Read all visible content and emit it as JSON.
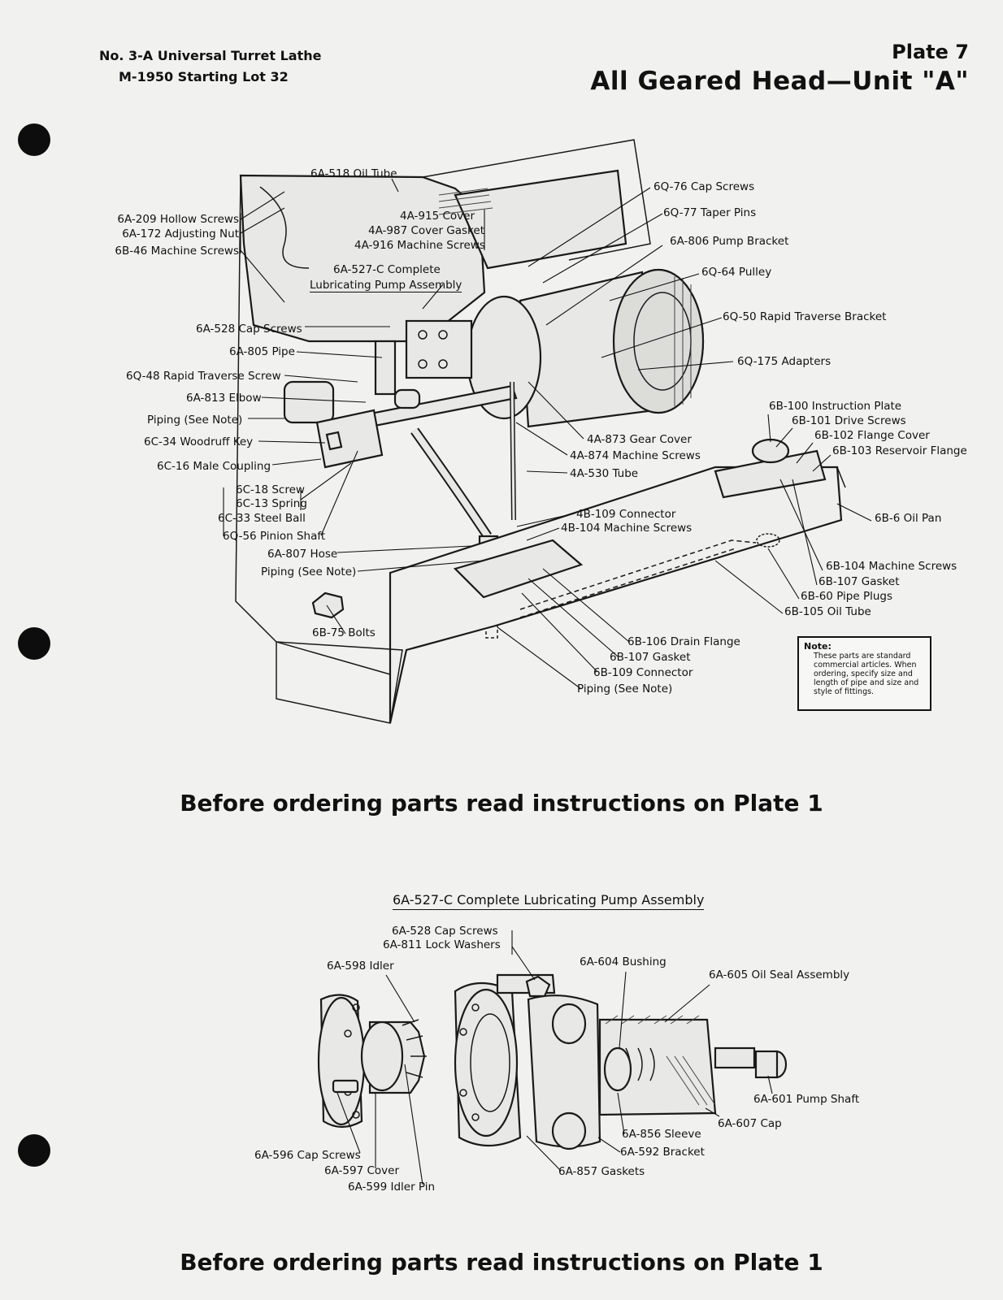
{
  "header": {
    "machine": "No. 3-A Universal Turret Lathe",
    "lot": "M-1950 Starting Lot 32",
    "plate_number": "Plate 7",
    "plate_title": "All Geared Head—Unit \"A\""
  },
  "main_diagram": {
    "labels": {
      "oil_tube_518": "6A-518 Oil Tube",
      "hollow_screws": "6A-209 Hollow Screws",
      "adjusting_nut": "6A-172 Adjusting Nut",
      "machine_screws_6b46": "6B-46 Machine Screws",
      "cover_915": "4A-915 Cover",
      "cover_gasket_987": "4A-987 Cover Gasket",
      "machine_screws_916": "4A-916 Machine Screws",
      "pump_assembly_1": "6A-527-C Complete",
      "pump_assembly_2": "Lubricating Pump Assembly",
      "cap_screws_528": "6A-528 Cap Screws",
      "pipe_805": "6A-805 Pipe",
      "rapid_traverse_screw": "6Q-48 Rapid Traverse Screw",
      "elbow_813": "6A-813 Elbow",
      "piping_note_1": "Piping (See Note)",
      "woodruff_key": "6C-34 Woodruff Key",
      "male_coupling": "6C-16 Male Coupling",
      "screw_6c18": "6C-18 Screw",
      "spring_6c13": "6C-13 Spring",
      "steel_ball": "6C-33 Steel Ball",
      "pinion_shaft": "6Q-56 Pinion Shaft",
      "hose_807": "6A-807 Hose",
      "piping_note_2": "Piping (See Note)",
      "bolts_6b75": "6B-75 Bolts",
      "cap_screws_6q76": "6Q-76 Cap Screws",
      "taper_pins": "6Q-77 Taper Pins",
      "pump_bracket": "6A-806 Pump Bracket",
      "pulley": "6Q-64 Pulley",
      "rapid_traverse_bracket": "6Q-50 Rapid Traverse Bracket",
      "adapters": "6Q-175 Adapters",
      "instruction_plate": "6B-100 Instruction Plate",
      "drive_screws": "6B-101 Drive Screws",
      "flange_cover": "6B-102 Flange Cover",
      "reservoir_flange": "6B-103 Reservoir Flange",
      "oil_pan": "6B-6 Oil Pan",
      "gear_cover": "4A-873 Gear Cover",
      "machine_screws_874": "4A-874 Machine Screws",
      "tube_530": "4A-530 Tube",
      "connector_4b109": "4B-109 Connector",
      "machine_screws_4b104": "4B-104 Machine Screws",
      "machine_screws_6b104": "6B-104 Machine Screws",
      "gasket_6b107_a": "6B-107 Gasket",
      "pipe_plugs": "6B-60 Pipe Plugs",
      "oil_tube_6b105": "6B-105 Oil Tube",
      "drain_flange": "6B-106 Drain Flange",
      "gasket_6b107_b": "6B-107 Gasket",
      "connector_6b109": "6B-109 Connector",
      "piping_note_3": "Piping (See Note)"
    },
    "note_title": "Note:",
    "note_text": "These parts are standard commercial articles. When ordering, specify size and length of pipe and size and style of fittings."
  },
  "banner_text": "Before ordering parts read instructions on Plate 1",
  "sub_diagram": {
    "title": "6A-527-C Complete Lubricating Pump Assembly",
    "labels": {
      "cap_screws": "6A-528 Cap Screws",
      "lock_washers": "6A-811 Lock Washers",
      "idler": "6A-598 Idler",
      "bushing": "6A-604 Bushing",
      "oil_seal": "6A-605 Oil Seal Assembly",
      "pump_shaft": "6A-601 Pump Shaft",
      "cap": "6A-607 Cap",
      "sleeve": "6A-856 Sleeve",
      "bracket": "6A-592 Bracket",
      "gaskets": "6A-857 Gaskets",
      "cap_screws_596": "6A-596 Cap Screws",
      "cover": "6A-597 Cover",
      "idler_pin": "6A-599 Idler Pin"
    }
  }
}
